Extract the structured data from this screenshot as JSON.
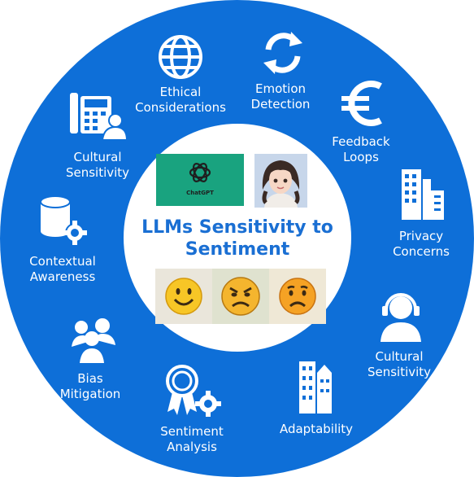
{
  "title": "LLMs Sensitivity to\nSentiment",
  "colors": {
    "ring": "#0e6fd8",
    "title": "#1a6fd3",
    "chatgpt_bg": "#19a37f"
  },
  "chatgpt_label": "ChatGPT",
  "segments": [
    {
      "label": "Ethical\nConsiderations",
      "icon": "globe-icon"
    },
    {
      "label": "Emotion\nDetection",
      "icon": "refresh-cycle-icon"
    },
    {
      "label": "Feedback\nLoops",
      "icon": "euro-icon"
    },
    {
      "label": "Privacy\nConcerns",
      "icon": "office-buildings-icon"
    },
    {
      "label": "Cultural\nSensitivity",
      "icon": "headset-person-icon"
    },
    {
      "label": "Adaptability",
      "icon": "city-buildings-icon"
    },
    {
      "label": "Sentiment\nAnalysis",
      "icon": "award-gear-icon"
    },
    {
      "label": "Bias\nMitigation",
      "icon": "group-people-icon"
    },
    {
      "label": "Contextual\nAwareness",
      "icon": "database-gear-icon"
    },
    {
      "label": "Cultural\nSensitivity",
      "icon": "phone-person-icon"
    }
  ],
  "center_images": [
    {
      "name": "chatgpt-logo"
    },
    {
      "name": "woman-avatar"
    },
    {
      "name": "smiling-emoji"
    },
    {
      "name": "angry-emoji"
    },
    {
      "name": "sad-emoji"
    }
  ]
}
